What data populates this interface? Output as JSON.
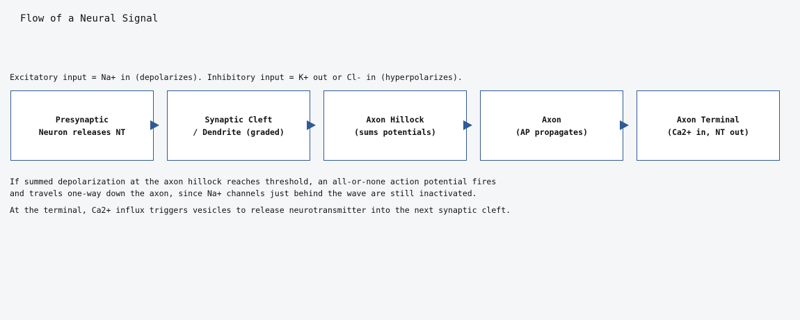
{
  "title": "Flow of a Neural Signal",
  "intro": "Excitatory input = Na+ in (depolarizes). Inhibitory input = K+ out or Cl- in (hyperpolarizes).",
  "steps": [
    {
      "line1": "Presynaptic",
      "line2": "Neuron releases NT"
    },
    {
      "line1": "Synaptic Cleft",
      "line2": "/ Dendrite (graded)"
    },
    {
      "line1": "Axon Hillock",
      "line2": "(sums potentials)"
    },
    {
      "line1": "Axon",
      "line2": "(AP propagates)"
    },
    {
      "line1": "Axon Terminal",
      "line2": "(Ca2+ in, NT out)"
    }
  ],
  "notes": {
    "threshold_line1": "If summed depolarization at the axon hillock reaches threshold, an all-or-none action potential fires",
    "threshold_line2": "and travels one-way down the axon, since Na+ channels just behind the wave are still inactivated.",
    "terminal": "At the terminal, Ca2+ influx triggers vesicles to release neurotransmitter into the next synaptic cleft."
  },
  "colors": {
    "accent": "#2f5a96",
    "background": "#f5f6f8",
    "box_fill": "#ffffff"
  }
}
